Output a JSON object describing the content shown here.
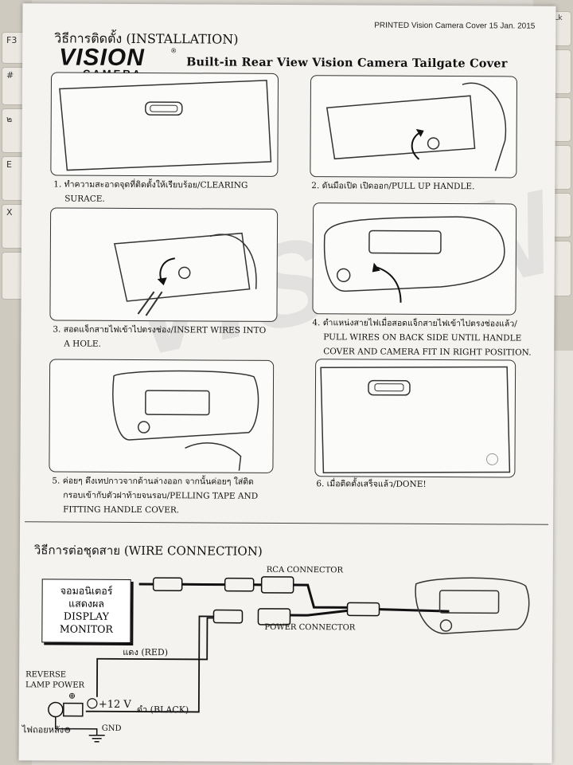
{
  "keyboard": {
    "left_keys": [
      "F3",
      "#",
      "๒",
      "E",
      "X"
    ],
    "right_keys": [
      "ScrLk"
    ]
  },
  "sheet": {
    "printed_line": "PRINTED Vision Camera Cover   15 Jan. 2015",
    "install_title": "วิธีการติดตั้ง (INSTALLATION)",
    "logo_main": "VISION",
    "logo_sub": "CAMERA",
    "logo_reg": "®",
    "subtitle": "Built-in Rear View Vision Camera Tailgate Cover",
    "steps": [
      {
        "caption_l1": "1. ทำความสะอาดจุดที่ติดตั้งให้เรียบร้อย/CLEARING",
        "caption_l2": "SURACE."
      },
      {
        "caption_l1": "2. ดันมือเปิด เปิดออก/PULL UP HANDLE.",
        "caption_l2": ""
      },
      {
        "caption_l1": "3. สอดแจ็กสายไฟเข้าไปตรงช่อง/INSERT WIRES INTO",
        "caption_l2": "A HOLE."
      },
      {
        "caption_l1": "4. ตำแหน่งสายไฟเมื่อสอดแจ็กสายไฟเข้าไปตรงช่องแล้ว/",
        "caption_l2": "PULL WIRES ON BACK SIDE UNTIL HANDLE",
        "caption_l3": "COVER AND CAMERA FIT IN RIGHT POSITION."
      },
      {
        "caption_l1": "5. ค่อยๆ ดึงเทปกาวจากด้านล่างออก จากนั้นค่อยๆ ใส่ติด",
        "caption_l2": "กรอบเข้ากับตัวฝาท้ายจนรอบ/PELLING TAPE AND",
        "caption_l3": "FITTING HANDLE COVER."
      },
      {
        "caption_l1": "6. เมื่อติดตั้งเสร็จแล้ว/DONE!",
        "caption_l2": ""
      }
    ],
    "wire_title": "วิธีการต่อชุดสาย (WIRE CONNECTION)",
    "monitor_l1": "จอมอนิเตอร์",
    "monitor_l2": "แสดงผล",
    "monitor_l3": "DISPLAY",
    "monitor_l4": "MONITOR",
    "rca_label": "RCA CONNECTOR",
    "power_label": "POWER CONNECTOR",
    "red_label": "แดง (RED)",
    "reverse_l1": "REVERSE",
    "reverse_l2": "LAMP POWER",
    "plus_label": "⊕",
    "v12_label": "+12 V",
    "black_label": "ดำ (BLACK)",
    "lamp_label": "ไฟถอยหลัง⊖",
    "gnd_label": "GND",
    "watermark": "VISION"
  }
}
